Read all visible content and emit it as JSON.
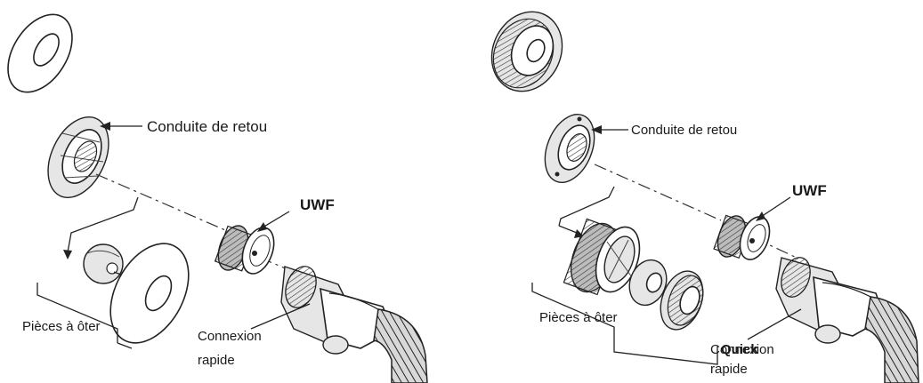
{
  "left_panel": {
    "label_return": "Conduite de retou",
    "label_uwf": "UWF",
    "label_parts": "Pièces à ôter",
    "label_connection_line1": "Connexion",
    "label_connection_line2": "rapide"
  },
  "right_panel": {
    "label_return": "Conduite de retou",
    "label_uwf": "UWF",
    "label_parts": "Pièces à ôter",
    "label_connection_line1": "Connexion",
    "label_connection_overlap": "Quick",
    "label_connection_line2": "rapide"
  },
  "colors": {
    "line": "#222222",
    "fill_light": "#e6e6e6",
    "fill_dark": "#bcbcbc"
  }
}
